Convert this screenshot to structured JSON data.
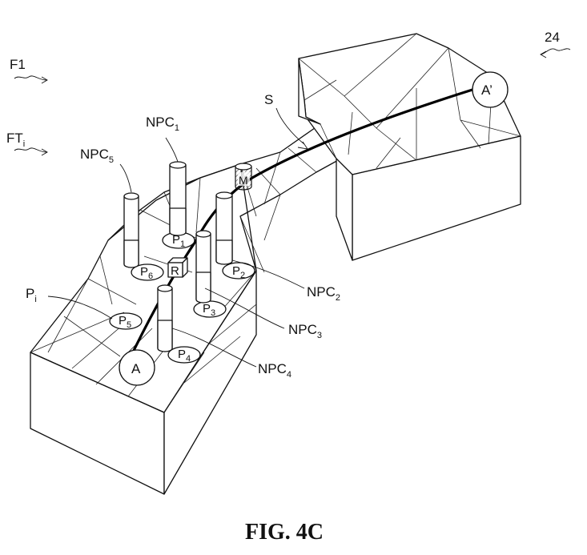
{
  "figure_caption": "FIG. 4C",
  "ref_number": "24",
  "labels": {
    "f1": {
      "main": "F1"
    },
    "ft": {
      "main": "FT",
      "sub": "i"
    },
    "s": {
      "main": "S"
    },
    "m": {
      "main": "M"
    },
    "r": {
      "main": "R"
    },
    "pi": {
      "main": "P",
      "sub": "i"
    },
    "npc1": {
      "main": "NPC",
      "sub": "1"
    },
    "npc2": {
      "main": "NPC",
      "sub": "2"
    },
    "npc3": {
      "main": "NPC",
      "sub": "3"
    },
    "npc4": {
      "main": "NPC",
      "sub": "4"
    },
    "npc5": {
      "main": "NPC",
      "sub": "5"
    },
    "p1": {
      "main": "P",
      "sub": "1"
    },
    "p2": {
      "main": "P",
      "sub": "2"
    },
    "p3": {
      "main": "P",
      "sub": "3"
    },
    "p4": {
      "main": "P",
      "sub": "4"
    },
    "p5": {
      "main": "P",
      "sub": "5"
    },
    "p6": {
      "main": "P",
      "sub": "6"
    },
    "a": {
      "main": "A"
    },
    "a_prime": {
      "main": "A’"
    }
  }
}
